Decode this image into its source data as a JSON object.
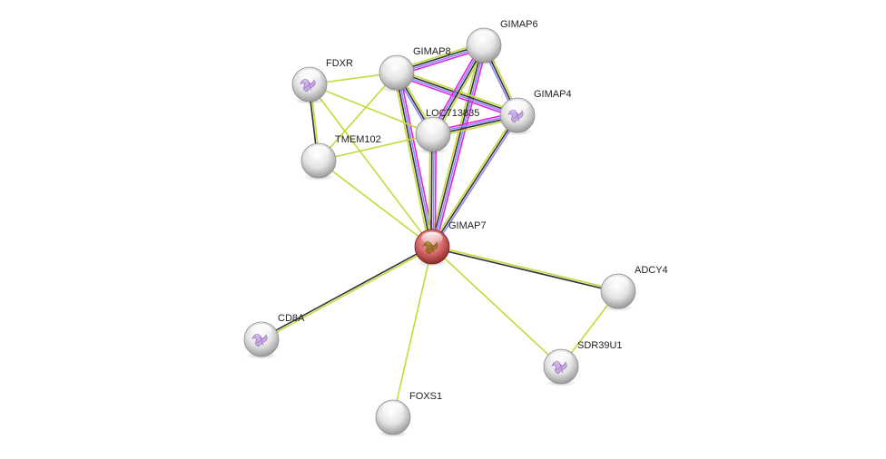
{
  "title": "Protein interaction network",
  "evidence_colors": {
    "textmining": "#c5d93a",
    "coexpression": "#333333",
    "experiments": "#e022e0",
    "databases": "#8888ff"
  },
  "nodes": [
    {
      "id": "GIMAP7",
      "label": "GIMAP7",
      "query": true,
      "structure": true
    },
    {
      "id": "GIMAP6",
      "label": "GIMAP6",
      "query": false,
      "structure": false
    },
    {
      "id": "GIMAP8",
      "label": "GIMAP8",
      "query": false,
      "structure": false
    },
    {
      "id": "GIMAP4",
      "label": "GIMAP4",
      "query": false,
      "structure": true
    },
    {
      "id": "LOC713835",
      "label": "LOC713835",
      "query": false,
      "structure": false
    },
    {
      "id": "FDXR",
      "label": "FDXR",
      "query": false,
      "structure": true
    },
    {
      "id": "TMEM102",
      "label": "TMEM102",
      "query": false,
      "structure": false
    },
    {
      "id": "ADCY4",
      "label": "ADCY4",
      "query": false,
      "structure": false
    },
    {
      "id": "SDR39U1",
      "label": "SDR39U1",
      "query": false,
      "structure": true
    },
    {
      "id": "CD8A",
      "label": "CD8A",
      "query": false,
      "structure": true
    },
    {
      "id": "FOXS1",
      "label": "FOXS1",
      "query": false,
      "structure": false
    }
  ],
  "edges": [
    {
      "a": "GIMAP7",
      "b": "GIMAP8",
      "evidence": [
        "textmining",
        "coexpression",
        "databases",
        "experiments"
      ]
    },
    {
      "a": "GIMAP7",
      "b": "GIMAP6",
      "evidence": [
        "textmining",
        "coexpression",
        "databases",
        "experiments"
      ]
    },
    {
      "a": "GIMAP7",
      "b": "LOC713835",
      "evidence": [
        "textmining",
        "coexpression",
        "databases",
        "experiments"
      ]
    },
    {
      "a": "GIMAP7",
      "b": "GIMAP4",
      "evidence": [
        "textmining",
        "coexpression",
        "databases"
      ]
    },
    {
      "a": "GIMAP7",
      "b": "FDXR",
      "evidence": [
        "textmining"
      ]
    },
    {
      "a": "GIMAP7",
      "b": "TMEM102",
      "evidence": [
        "textmining"
      ]
    },
    {
      "a": "GIMAP7",
      "b": "ADCY4",
      "evidence": [
        "textmining",
        "coexpression"
      ]
    },
    {
      "a": "GIMAP7",
      "b": "SDR39U1",
      "evidence": [
        "textmining"
      ]
    },
    {
      "a": "GIMAP7",
      "b": "CD8A",
      "evidence": [
        "textmining",
        "coexpression"
      ]
    },
    {
      "a": "GIMAP7",
      "b": "FOXS1",
      "evidence": [
        "textmining"
      ]
    },
    {
      "a": "GIMAP8",
      "b": "GIMAP6",
      "evidence": [
        "textmining",
        "coexpression",
        "databases",
        "experiments"
      ]
    },
    {
      "a": "GIMAP8",
      "b": "GIMAP4",
      "evidence": [
        "textmining",
        "coexpression",
        "databases",
        "experiments"
      ]
    },
    {
      "a": "GIMAP8",
      "b": "LOC713835",
      "evidence": [
        "textmining",
        "coexpression",
        "databases"
      ]
    },
    {
      "a": "GIMAP8",
      "b": "FDXR",
      "evidence": [
        "textmining"
      ]
    },
    {
      "a": "GIMAP8",
      "b": "TMEM102",
      "evidence": [
        "textmining"
      ]
    },
    {
      "a": "GIMAP6",
      "b": "GIMAP4",
      "evidence": [
        "textmining",
        "coexpression",
        "databases"
      ]
    },
    {
      "a": "GIMAP6",
      "b": "LOC713835",
      "evidence": [
        "textmining",
        "coexpression",
        "databases",
        "experiments"
      ]
    },
    {
      "a": "GIMAP4",
      "b": "LOC713835",
      "evidence": [
        "textmining",
        "coexpression",
        "databases",
        "experiments"
      ]
    },
    {
      "a": "FDXR",
      "b": "TMEM102",
      "evidence": [
        "textmining",
        "coexpression"
      ]
    },
    {
      "a": "FDXR",
      "b": "LOC713835",
      "evidence": [
        "textmining"
      ]
    },
    {
      "a": "TMEM102",
      "b": "LOC713835",
      "evidence": [
        "textmining"
      ]
    },
    {
      "a": "ADCY4",
      "b": "SDR39U1",
      "evidence": [
        "textmining"
      ]
    }
  ]
}
